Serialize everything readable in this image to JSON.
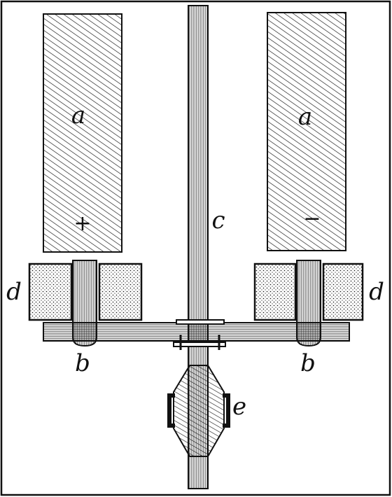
{
  "labels": {
    "plate_left": "a",
    "plate_right": "a",
    "sign_left": "+",
    "sign_right": "−",
    "rod": "c",
    "block_left": "d",
    "block_right": "d",
    "contact_left": "b",
    "contact_right": "b",
    "clamp": "e"
  },
  "colors": {
    "ink": "#111111",
    "paper": "#ffffff"
  }
}
